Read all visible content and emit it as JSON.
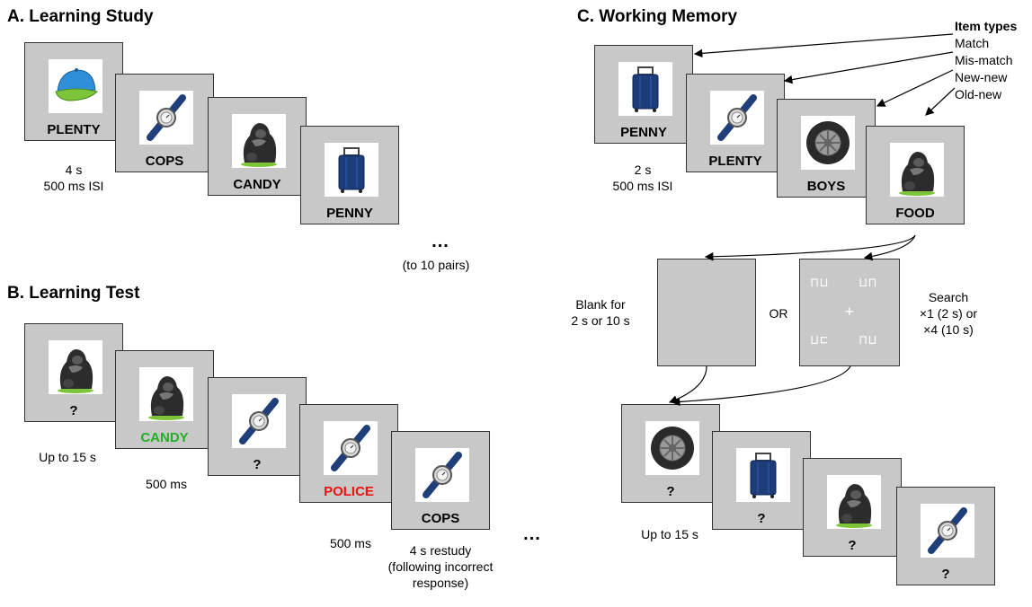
{
  "panelA": {
    "title": "A. Learning Study",
    "cards": [
      "PLENTY",
      "COPS",
      "CANDY",
      "PENNY"
    ],
    "timing1": "4 s",
    "timing2": "500 ms ISI",
    "ellipsis": "...",
    "pairs_note": "(to 10 pairs)"
  },
  "panelB": {
    "title": "B. Learning Test",
    "cards": [
      "?",
      "CANDY",
      "?",
      "POLICE",
      "COPS"
    ],
    "up_to": "Up to 15 s",
    "feedback_time1": "500 ms",
    "feedback_time2": "500 ms",
    "restudy1": "4 s restudy",
    "restudy2": "(following incorrect",
    "restudy3": "response)",
    "ellipsis": "...",
    "colors": {
      "correct": "#22b022",
      "incorrect": "#ee1111"
    }
  },
  "panelC": {
    "title": "C. Working Memory",
    "item_types_heading": "Item types",
    "item_types": [
      "Match",
      "Mis-match",
      "New-new",
      "Old-new"
    ],
    "cards": [
      "PENNY",
      "PLENTY",
      "BOYS",
      "FOOD"
    ],
    "timing1": "2 s",
    "timing2": "500 ms ISI",
    "blank1": "Blank for",
    "blank2": "2 s or 10 s",
    "or": "OR",
    "search1": "Search",
    "search2": "×1 (2 s) or",
    "search3": "×4 (10 s)",
    "search_glyphs": [
      "⊓⊔",
      "⊔⊓",
      "⊔⊏",
      "⊓⊔"
    ],
    "fixation": "+",
    "test_cards": [
      "?",
      "?",
      "?",
      "?"
    ],
    "up_to": "Up to 15 s"
  }
}
